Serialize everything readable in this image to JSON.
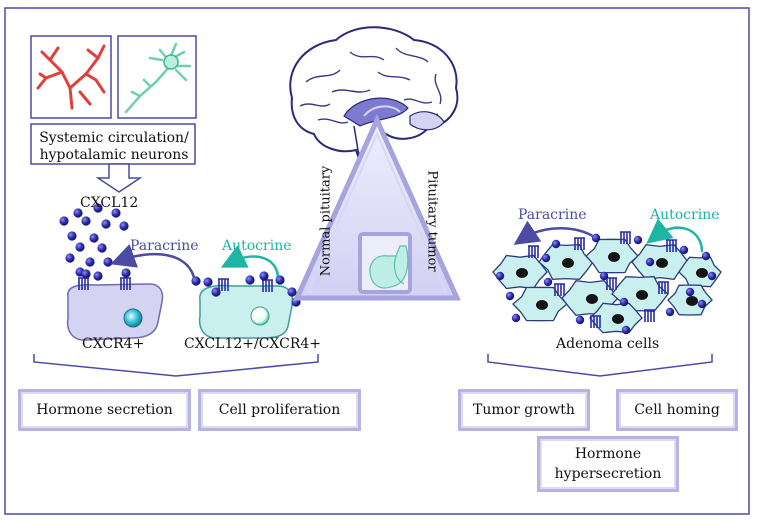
{
  "left": {
    "source_box": {
      "line1": "Systemic circulation/",
      "line2": "hypotalamic neurons"
    },
    "ligand": "CXCL12",
    "paracrine": "Paracrine",
    "autocrine": "Autocrine",
    "cell1": "CXCR4+",
    "cell2": "CXCL12+/CXCR4+",
    "outcomes": [
      "Hormone secretion",
      "Cell proliferation"
    ]
  },
  "center": {
    "normal": "Normal pituitary",
    "tumor": "Pituitary tumor"
  },
  "right": {
    "paracrine": "Paracrine",
    "autocrine": "Autocrine",
    "cells": "Adenoma cells",
    "outcomes": [
      "Tumor growth",
      "Cell homing"
    ],
    "hormone": {
      "line1": "Hormone",
      "line2": "hypersecretion"
    }
  },
  "colors": {
    "frame": "#4a4aa8",
    "paracrine": "#4b4ba6",
    "autocrine": "#1fb5a4",
    "ligand": "#23238a",
    "cell_purple": "#d5d3f2",
    "cell_teal": "#c9efee",
    "vessel": "#e0403c",
    "neuron": "#6fd0b0"
  }
}
